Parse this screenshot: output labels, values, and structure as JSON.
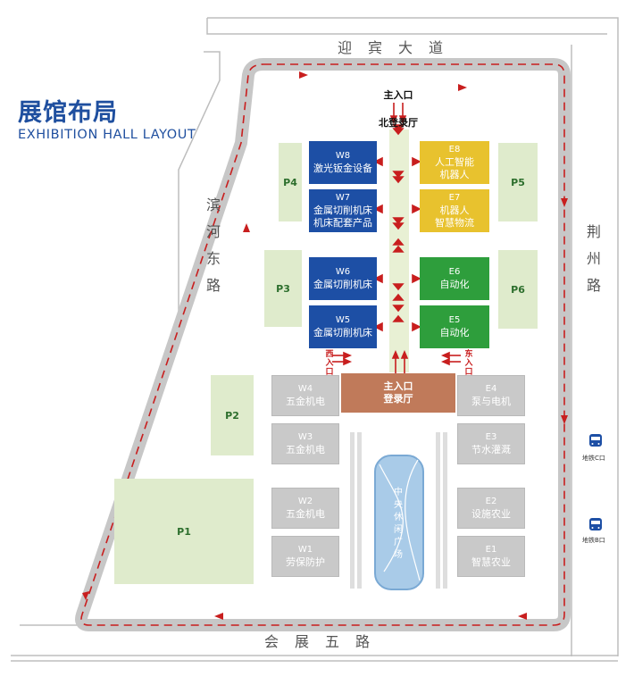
{
  "title_cn": "展馆布局",
  "title_en": "EXHIBITION HALL LAYOUT",
  "roads": {
    "north": "迎宾大道",
    "south": "会展五路",
    "west": "滨河东路",
    "east": "荆州路"
  },
  "entrances": {
    "north_entrance": "主入口",
    "north_hall": "北登录厅",
    "main_entrance": "主入口",
    "main_hall": "登录厅",
    "west_entrance": "西入口",
    "east_entrance": "东入口"
  },
  "halls_west": [
    {
      "code": "W8",
      "name": "激光钣金设备"
    },
    {
      "code": "W7",
      "name": "金属切削机床\n机床配套产品"
    },
    {
      "code": "W6",
      "name": "金属切削机床"
    },
    {
      "code": "W5",
      "name": "金属切削机床"
    },
    {
      "code": "W4",
      "name": "五金机电"
    },
    {
      "code": "W3",
      "name": "五金机电"
    },
    {
      "code": "W2",
      "name": "五金机电"
    },
    {
      "code": "W1",
      "name": "劳保防护"
    }
  ],
  "halls_east": [
    {
      "code": "E8",
      "name": "人工智能\n机器人"
    },
    {
      "code": "E7",
      "name": "机器人\n智慧物流"
    },
    {
      "code": "E6",
      "name": "自动化"
    },
    {
      "code": "E5",
      "name": "自动化"
    },
    {
      "code": "E4",
      "name": "泵与电机"
    },
    {
      "code": "E3",
      "name": "节水灌溉"
    },
    {
      "code": "E2",
      "name": "设施农业"
    },
    {
      "code": "E1",
      "name": "智慧农业"
    }
  ],
  "parking": [
    "P1",
    "P2",
    "P3",
    "P4",
    "P5",
    "P6"
  ],
  "plaza": "中央休闲广场",
  "metro": [
    "地铁C口",
    "地铁B口"
  ],
  "colors": {
    "blue": "#1d4fa5",
    "yellow": "#e8c22e",
    "green": "#2e9e3c",
    "grey": "#c9c9c9",
    "route": "#c81e1e",
    "hub": "#c07a5a",
    "parking": "#dfebcc"
  }
}
